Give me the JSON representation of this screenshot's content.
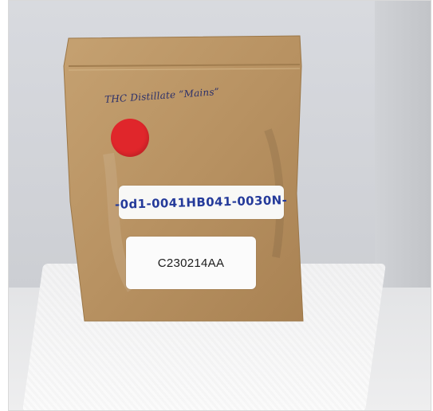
{
  "scene": {
    "handwritten_title": "THC Distillate “Mains”",
    "long_label": "-0d1-0041HB041-0030N-",
    "lot_label": "C230214AA"
  },
  "colors": {
    "kraft": "#b89262",
    "red_dot": "#e0262b",
    "ink_blue": "#243a9a"
  }
}
